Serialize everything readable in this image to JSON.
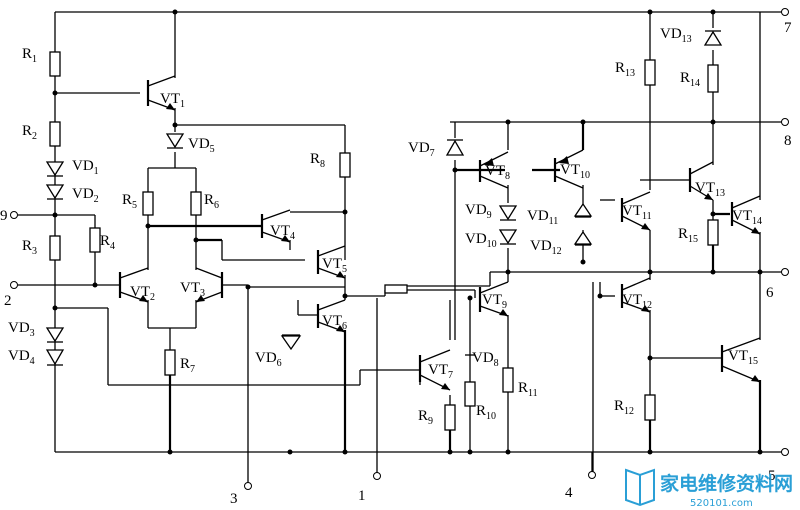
{
  "components": {
    "R1": {
      "name": "R",
      "sub": "1"
    },
    "R2": {
      "name": "R",
      "sub": "2"
    },
    "R3": {
      "name": "R",
      "sub": "3"
    },
    "R4": {
      "name": "R",
      "sub": "4"
    },
    "R5": {
      "name": "R",
      "sub": "5"
    },
    "R6": {
      "name": "R",
      "sub": "6"
    },
    "R7": {
      "name": "R",
      "sub": "7"
    },
    "R8": {
      "name": "R",
      "sub": "8"
    },
    "R9": {
      "name": "R",
      "sub": "9"
    },
    "R10": {
      "name": "R",
      "sub": "10"
    },
    "R11": {
      "name": "R",
      "sub": "11"
    },
    "R12": {
      "name": "R",
      "sub": "12"
    },
    "R13": {
      "name": "R",
      "sub": "13"
    },
    "R14": {
      "name": "R",
      "sub": "14"
    },
    "R15": {
      "name": "R",
      "sub": "15"
    },
    "VD1": {
      "name": "VD",
      "sub": "1"
    },
    "VD2": {
      "name": "VD",
      "sub": "2"
    },
    "VD3": {
      "name": "VD",
      "sub": "3"
    },
    "VD4": {
      "name": "VD",
      "sub": "4"
    },
    "VD5": {
      "name": "VD",
      "sub": "5"
    },
    "VD6": {
      "name": "VD",
      "sub": "6"
    },
    "VD7": {
      "name": "VD",
      "sub": "7"
    },
    "VD8": {
      "name": "VD",
      "sub": "8"
    },
    "VD9": {
      "name": "VD",
      "sub": "9"
    },
    "VD10": {
      "name": "VD",
      "sub": "10"
    },
    "VD11": {
      "name": "VD",
      "sub": "11"
    },
    "VD12": {
      "name": "VD",
      "sub": "12"
    },
    "VD13": {
      "name": "VD",
      "sub": "13"
    },
    "VT1": {
      "name": "VT",
      "sub": "1"
    },
    "VT2": {
      "name": "VT",
      "sub": "2"
    },
    "VT3": {
      "name": "VT",
      "sub": "3"
    },
    "VT4": {
      "name": "VT",
      "sub": "4"
    },
    "VT5": {
      "name": "VT",
      "sub": "5"
    },
    "VT6": {
      "name": "VT",
      "sub": "6"
    },
    "VT7": {
      "name": "VT",
      "sub": "7"
    },
    "VT8": {
      "name": "VT",
      "sub": "8"
    },
    "VT9": {
      "name": "VT",
      "sub": "9"
    },
    "VT10": {
      "name": "VT",
      "sub": "10"
    },
    "VT11": {
      "name": "VT",
      "sub": "11"
    },
    "VT12": {
      "name": "VT",
      "sub": "12"
    },
    "VT13": {
      "name": "VT",
      "sub": "13"
    },
    "VT14": {
      "name": "VT",
      "sub": "14"
    },
    "VT15": {
      "name": "VT",
      "sub": "15"
    }
  },
  "pins": {
    "p1": "1",
    "p2": "2",
    "p3": "3",
    "p4": "4",
    "p5": "5",
    "p6": "6",
    "p7": "7",
    "p8": "8",
    "p9": "9"
  },
  "watermark": {
    "text": "家电维修资料网",
    "url": "520101.com",
    "color": "#2a9fd6"
  }
}
